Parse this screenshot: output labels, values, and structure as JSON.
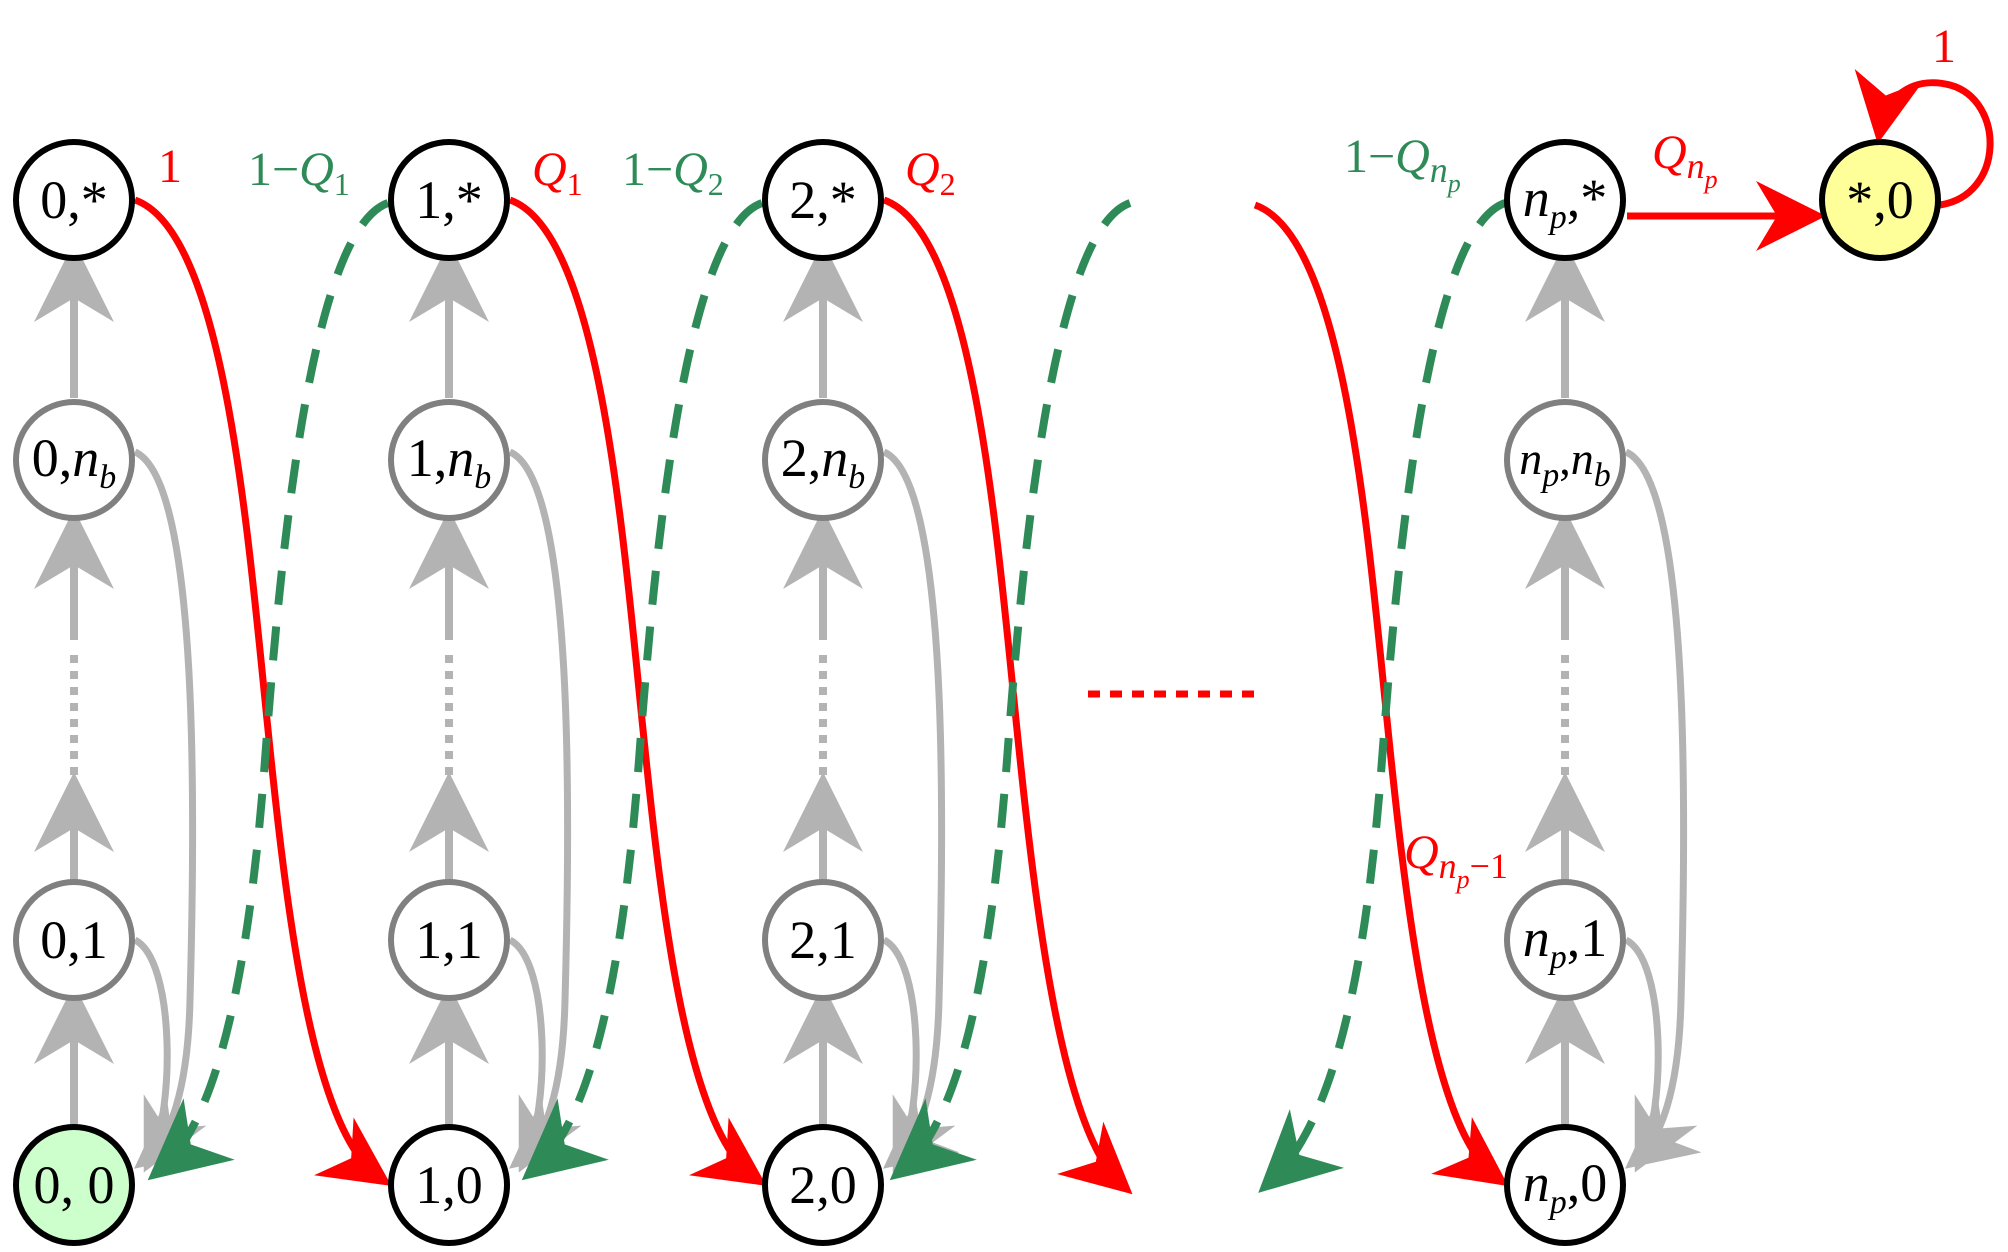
{
  "colors": {
    "red": "#ff0000",
    "green": "#2e8b57",
    "gray": "#b3b3b3",
    "gray_stroke": "#808080",
    "black": "#000000",
    "start_fill": "#ccffcc",
    "absorb_fill": "#ffff99"
  },
  "columns": [
    {
      "id": "c0",
      "index": "0"
    },
    {
      "id": "c1",
      "index": "1"
    },
    {
      "id": "c2",
      "index": "2"
    },
    {
      "id": "cn",
      "index": "n",
      "index_sub": "p"
    }
  ],
  "node_rows": {
    "star": "*",
    "nb": {
      "main": "n",
      "sub": "b"
    },
    "one": "1",
    "zero": "0"
  },
  "absorbing": {
    "first": "*",
    "second": "0"
  },
  "labels": {
    "self_loop": "1",
    "red_from_0": "1",
    "green_1": {
      "pre": "1−",
      "q": "Q",
      "sub": "1"
    },
    "red_1": {
      "q": "Q",
      "sub": "1"
    },
    "green_2": {
      "pre": "1−",
      "q": "Q",
      "sub": "2"
    },
    "red_2": {
      "q": "Q",
      "sub": "2"
    },
    "green_np": {
      "pre": "1−",
      "q": "Q",
      "sub": "n",
      "subsub": "p"
    },
    "red_np": {
      "q": "Q",
      "sub": "n",
      "subsub": "p"
    },
    "red_np_minus1": {
      "q": "Q",
      "sub": "n",
      "subsub": "p",
      "tail": "−1"
    }
  }
}
